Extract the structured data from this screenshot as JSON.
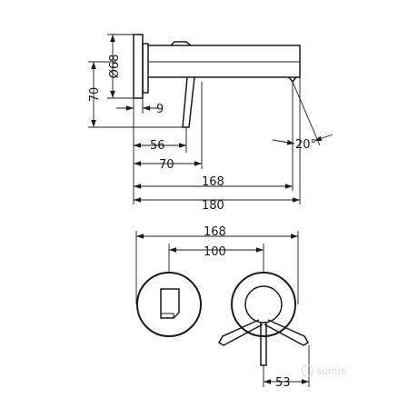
{
  "side_view": {
    "dim_diameter": "Ø68",
    "dim_height": "70",
    "dim_offset": "9",
    "dim_56": "56",
    "dim_70": "70",
    "dim_168": "168",
    "dim_180": "180",
    "dim_angle": "20°"
  },
  "front_view": {
    "dim_168": "168",
    "dim_100": "100",
    "dim_53": "53"
  },
  "watermark": "sumis"
}
